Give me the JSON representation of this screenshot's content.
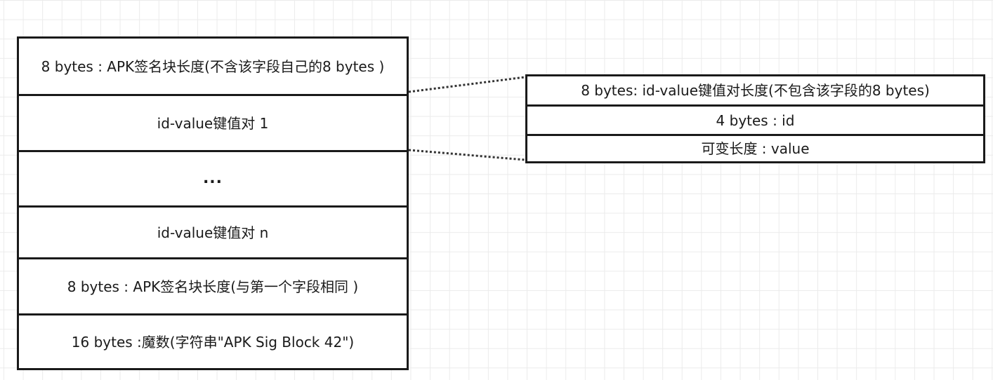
{
  "signing_block": {
    "rows": [
      "8 bytes : APK签名块长度(不含该字段自己的8 bytes )",
      "id-value键值对 1",
      "...",
      "id-value键值对 n",
      "8 bytes : APK签名块长度(与第一个字段相同 )",
      "16 bytes :魔数(字符串\"APK Sig Block 42\")"
    ]
  },
  "pair_detail": {
    "rows": [
      "8 bytes: id-value键值对长度(不包含该字段的8 bytes)",
      "4 bytes : id",
      "可变长度 : value"
    ]
  },
  "colors": {
    "border": "#1a1a1a",
    "grid": "#ebebeb",
    "connector": "#333333"
  }
}
